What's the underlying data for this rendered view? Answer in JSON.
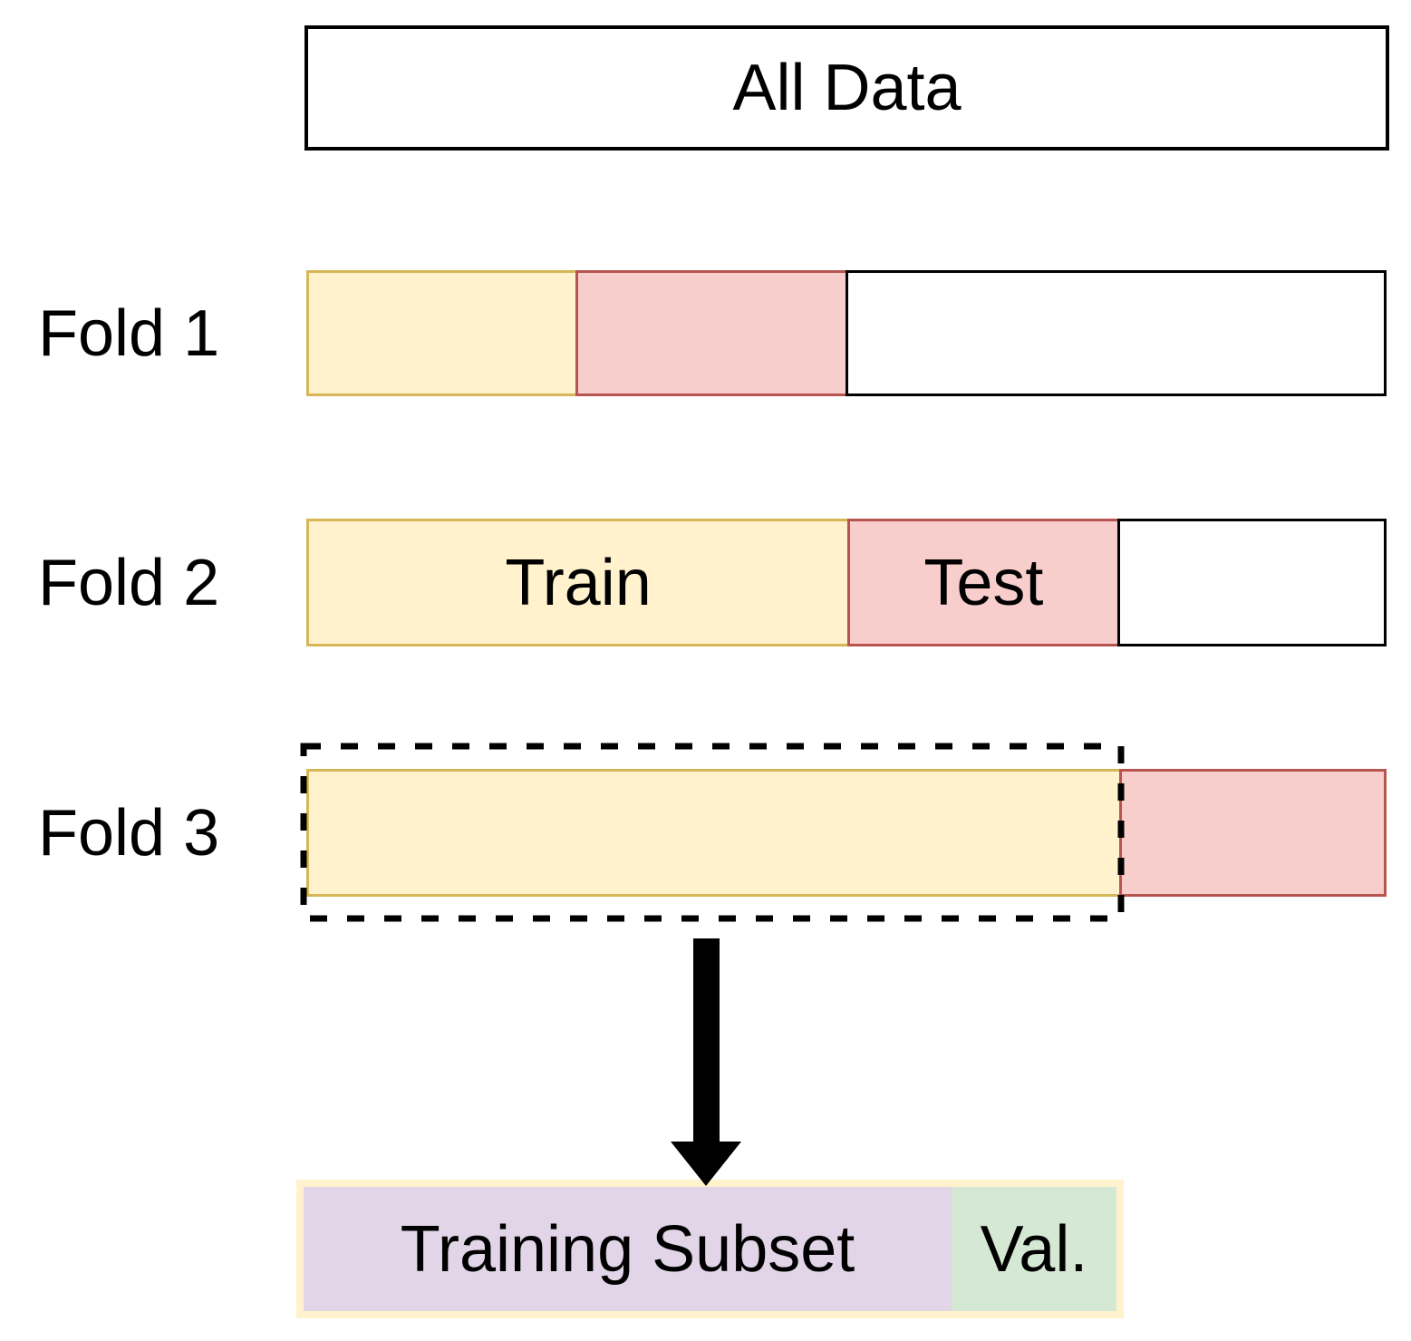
{
  "diagram": {
    "type": "k-fold cross-validation",
    "all_data_label": "All Data",
    "folds": [
      {
        "label": "Fold 1",
        "segments": [
          {
            "role": "train",
            "fraction": 0.25
          },
          {
            "role": "test",
            "fraction": 0.25
          },
          {
            "role": "unused",
            "fraction": 0.5
          }
        ]
      },
      {
        "label": "Fold 2",
        "train_label": "Train",
        "test_label": "Test",
        "segments": [
          {
            "role": "train",
            "fraction": 0.5
          },
          {
            "role": "test",
            "fraction": 0.25
          },
          {
            "role": "unused",
            "fraction": 0.25
          }
        ]
      },
      {
        "label": "Fold 3",
        "dashed_highlight_on_train": true,
        "segments": [
          {
            "role": "train",
            "fraction": 0.75
          },
          {
            "role": "test",
            "fraction": 0.25
          }
        ]
      }
    ],
    "bottom_box": {
      "training_label": "Training Subset",
      "val_label": "Val."
    },
    "colors": {
      "train_fill": "#FFF2CC",
      "train_border": "#D6B656",
      "test_fill": "#F8CECC",
      "test_border": "#B85450",
      "unused_fill": "#FFFFFF",
      "unused_border": "#000000",
      "all_data_fill": "#FFFFFF",
      "all_data_border": "#000000",
      "bottom_outer_fill": "#FFF2CC",
      "training_subset_fill": "#E1D5E7",
      "val_fill": "#D5E8D4",
      "arrow_color": "#000000",
      "text_color": "#000000"
    }
  }
}
